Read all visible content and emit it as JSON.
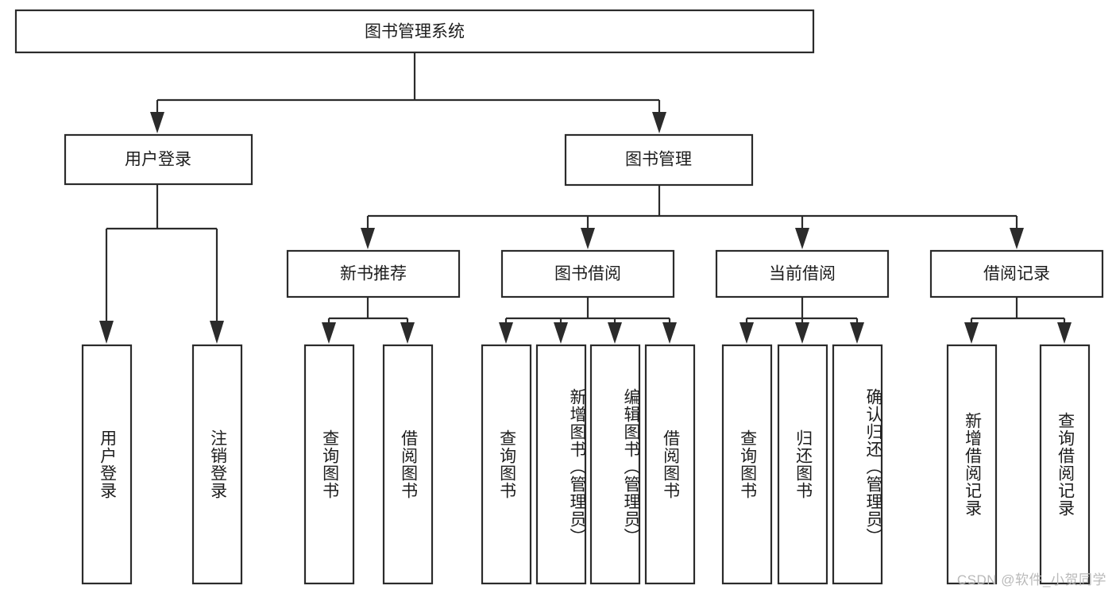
{
  "diagram": {
    "type": "tree-hierarchy",
    "title": "图书管理系统",
    "watermark": "CSDN @软件_小贺同学",
    "levels": {
      "root": {
        "label": "图书管理系统"
      },
      "level2": [
        {
          "label": "用户登录"
        },
        {
          "label": "图书管理"
        }
      ],
      "level3": [
        {
          "label": "新书推荐"
        },
        {
          "label": "图书借阅"
        },
        {
          "label": "当前借阅"
        },
        {
          "label": "借阅记录"
        }
      ],
      "leaves_user_login": [
        {
          "label": "用户登录"
        },
        {
          "label": "注销登录"
        }
      ],
      "leaves_new_book": [
        {
          "label": "查询图书"
        },
        {
          "label": "借阅图书"
        }
      ],
      "leaves_borrow": [
        {
          "label": "查询图书"
        },
        {
          "label": "新增图书（管理员）"
        },
        {
          "label": "编辑图书（管理员）"
        },
        {
          "label": "借阅图书"
        }
      ],
      "leaves_current": [
        {
          "label": "查询图书"
        },
        {
          "label": "归还图书"
        },
        {
          "label": "确认归还（管理员）"
        }
      ],
      "leaves_records": [
        {
          "label": "新增借阅记录"
        },
        {
          "label": "查询借阅记录"
        }
      ]
    },
    "colors": {
      "stroke": "#2b2b2b",
      "fill": "#ffffff",
      "text": "#1d1d1d",
      "watermark": "#b9b9b9"
    }
  }
}
